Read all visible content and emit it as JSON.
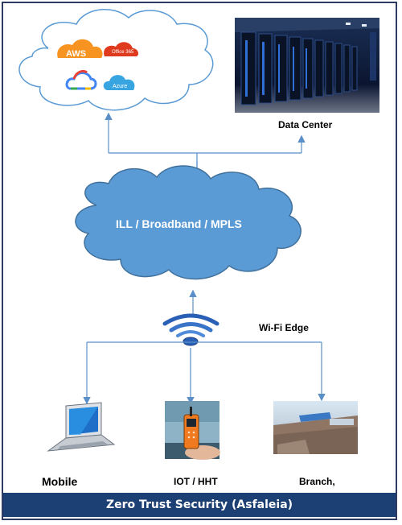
{
  "diagram": {
    "cloud_logos": {
      "aws": "AWS",
      "office365": "Office 365",
      "azure": "Azure"
    },
    "network_label": "ILL / Broadband / MPLS",
    "data_center_label": "Data Center",
    "edge_label": "Wi-Fi Edge",
    "endpoints": {
      "mobile": "Mobile",
      "iot": "IOT / HHT",
      "branch": "Branch,"
    },
    "footer": "Zero Trust Security (Asfaleia)"
  },
  "colors": {
    "cloud_fill": "#5b9bd5",
    "cloud_stroke": "#41719c",
    "arrow": "#5b8fc9",
    "footer_bg": "#1c3f74",
    "aws_orange": "#f79320",
    "office_red": "#e03a1e",
    "azure_blue": "#38a5e0"
  }
}
